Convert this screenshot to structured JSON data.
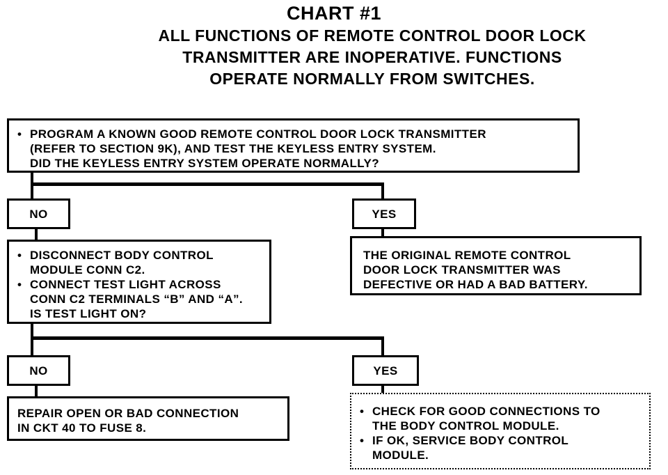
{
  "header": {
    "title": "CHART #1",
    "subtitle_lines": [
      "ALL FUNCTIONS OF REMOTE CONTROL DOOR LOCK",
      "TRANSMITTER ARE INOPERATIVE.  FUNCTIONS",
      "OPERATE NORMALLY FROM SWITCHES."
    ]
  },
  "step1": {
    "lines": [
      "PROGRAM A KNOWN GOOD REMOTE CONTROL DOOR LOCK TRANSMITTER",
      "(REFER TO SECTION 9K), AND TEST THE KEYLESS ENTRY SYSTEM.",
      "DID THE KEYLESS ENTRY SYSTEM OPERATE NORMALLY?"
    ]
  },
  "branch1": {
    "no_label": "NO",
    "yes_label": "YES",
    "yes_result": [
      "THE ORIGINAL REMOTE CONTROL",
      "DOOR LOCK TRANSMITTER WAS",
      "DEFECTIVE OR HAD A BAD BATTERY."
    ]
  },
  "step2": {
    "bullet1": [
      "DISCONNECT BODY CONTROL",
      "MODULE CONN C2."
    ],
    "bullet2": [
      "CONNECT TEST LIGHT ACROSS",
      "CONN C2 TERMINALS “B” AND “A”.",
      "IS TEST LIGHT ON?"
    ]
  },
  "branch2": {
    "no_label": "NO",
    "yes_label": "YES",
    "no_result": [
      "REPAIR OPEN OR BAD CONNECTION",
      "IN CKT 40 TO FUSE 8."
    ],
    "yes_bullet1": [
      "CHECK FOR GOOD CONNECTIONS TO",
      "THE BODY CONTROL MODULE."
    ],
    "yes_bullet2": [
      "IF OK, SERVICE BODY CONTROL",
      "MODULE."
    ]
  }
}
